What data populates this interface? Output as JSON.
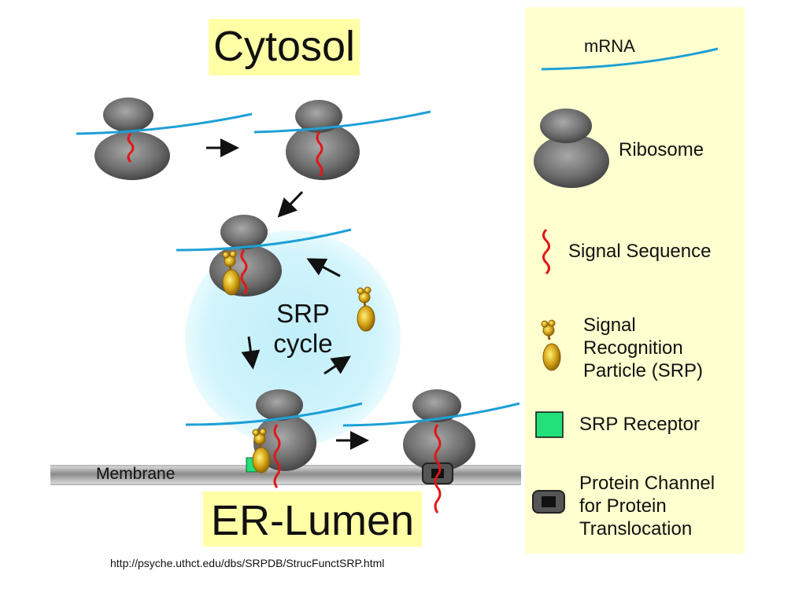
{
  "titles": {
    "cytosol": "Cytosol",
    "er_lumen": "ER-Lumen",
    "membrane": "Membrane",
    "srp_cycle": [
      "SRP",
      "cycle"
    ]
  },
  "legend": {
    "mrna": "mRNA",
    "ribosome": "Ribosome",
    "signal_sequence": "Signal Sequence",
    "srp": [
      "Signal",
      "Recognition",
      "Particle (SRP)"
    ],
    "srp_receptor": "SRP Receptor",
    "protein_channel": [
      "Protein Channel",
      "for Protein",
      "Translocation"
    ]
  },
  "source": "http://psyche.uthct.edu/dbs/SRPDB/StrucFunctSRP.html",
  "colors": {
    "mrna": "#1ea0d6",
    "signal_sequence": "#e01818",
    "srp": "#d4a416",
    "srp_receptor": "#22e07a",
    "ribosome": "#6e6e6e",
    "cycle_glow": "#bfeefa",
    "title_bg": "#ffffa6",
    "legend_bg": "#ffffcf"
  }
}
